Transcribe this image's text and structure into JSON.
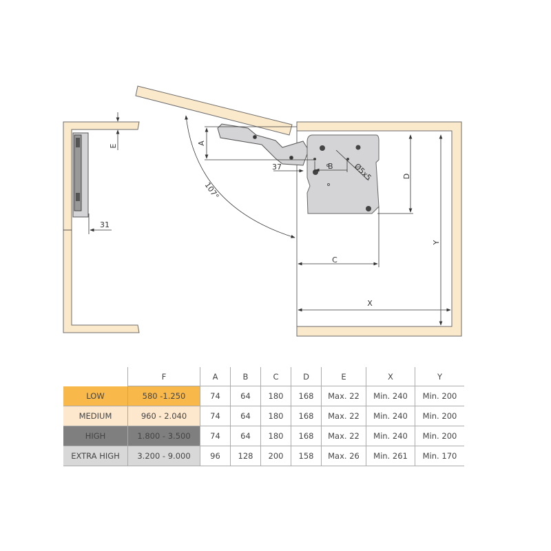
{
  "diagram": {
    "labels": {
      "a": "A",
      "b": "B",
      "c": "C",
      "d": "D",
      "e": "E",
      "x": "X",
      "y": "Y",
      "dim37": "37",
      "dim31": "31",
      "angle": "107°",
      "drill": "Ø5x5"
    },
    "colors": {
      "board": "#fbe9cc",
      "board_stroke": "#6b6b6b",
      "mechanism": "#d4d4d6"
    }
  },
  "table": {
    "headers": [
      "",
      "F",
      "A",
      "B",
      "C",
      "D",
      "E",
      "X",
      "Y"
    ],
    "rows": [
      {
        "name": "LOW",
        "f": "580 -1.250",
        "a": "74",
        "b": "64",
        "c": "180",
        "d": "168",
        "e": "Max. 22",
        "x": "Min. 240",
        "y": "Min. 200",
        "color": "#f9b84a"
      },
      {
        "name": "MEDIUM",
        "f": "960 - 2.040",
        "a": "74",
        "b": "64",
        "c": "180",
        "d": "168",
        "e": "Max. 22",
        "x": "Min. 240",
        "y": "Min. 200",
        "color": "#fde8cd"
      },
      {
        "name": "HIGH",
        "f": "1.800 - 3.500",
        "a": "74",
        "b": "64",
        "c": "180",
        "d": "168",
        "e": "Max. 22",
        "x": "Min. 240",
        "y": "Min. 200",
        "color": "#7f7f7f"
      },
      {
        "name": "EXTRA HIGH",
        "f": "3.200 - 9.000",
        "a": "96",
        "b": "128",
        "c": "200",
        "d": "158",
        "e": "Max. 26",
        "x": "Min. 261",
        "y": "Min. 170",
        "color": "#d8d8d8"
      }
    ]
  }
}
